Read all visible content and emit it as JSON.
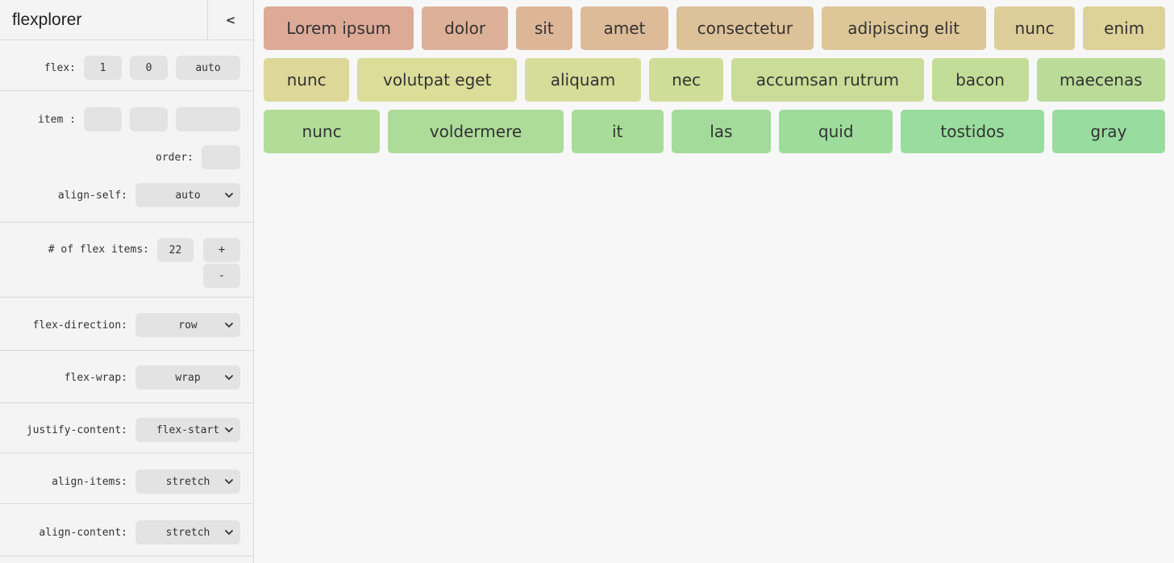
{
  "app": {
    "title": "flexplorer",
    "collapse_label": "<"
  },
  "sidebar": {
    "flex_row": {
      "label": "flex:",
      "grow": "1",
      "shrink": "0",
      "basis": "auto"
    },
    "item_row": {
      "label": "item :",
      "grow": "",
      "shrink": "",
      "basis": ""
    },
    "order_row": {
      "label": "order:",
      "value": ""
    },
    "align_self": {
      "label": "align-self:",
      "value": "auto"
    },
    "count_row": {
      "label": "# of flex items:",
      "value": "22",
      "increment_label": "+",
      "decrement_label": "-"
    },
    "flex_direction": {
      "label": "flex-direction:",
      "value": "row"
    },
    "flex_wrap": {
      "label": "flex-wrap:",
      "value": "wrap"
    },
    "justify_content": {
      "label": "justify-content:",
      "value": "flex-start"
    },
    "align_items": {
      "label": "align-items:",
      "value": "stretch"
    },
    "align_content": {
      "label": "align-content:",
      "value": "stretch"
    }
  },
  "colors": {
    "sidebar_bg": "#f4f4f4",
    "main_bg": "#f7f7f7",
    "divider": "#d9d9d9",
    "control_bg": "#e3e3e3",
    "item_text": "#333333"
  },
  "canvas": {
    "rows": [
      {
        "items": [
          {
            "label": "Lorem ipsum",
            "color": "#DDAA98",
            "basis": 187
          },
          {
            "label": "dolor",
            "color": "#DDB098",
            "basis": 107
          },
          {
            "label": "sit",
            "color": "#DDB698",
            "basis": 70
          },
          {
            "label": "amet",
            "color": "#DDBB98",
            "basis": 110
          },
          {
            "label": "consectetur",
            "color": "#DDC198",
            "basis": 170
          },
          {
            "label": "adipiscing elit",
            "color": "#DDC798",
            "basis": 205
          },
          {
            "label": "nunc",
            "color": "#DDCD98",
            "basis": 101
          },
          {
            "label": "enim",
            "color": "#DDD298",
            "basis": 102
          }
        ]
      },
      {
        "items": [
          {
            "label": "nunc",
            "color": "#DDD898",
            "basis": 108
          },
          {
            "label": "volutpat eget",
            "color": "#DBDD98",
            "basis": 201
          },
          {
            "label": "aliquam",
            "color": "#D6DD98",
            "basis": 146
          },
          {
            "label": "nec",
            "color": "#D0DD98",
            "basis": 94
          },
          {
            "label": "accumsan rutrum",
            "color": "#CADD98",
            "basis": 242
          },
          {
            "label": "bacon",
            "color": "#C2DD98",
            "basis": 122
          },
          {
            "label": "maecenas",
            "color": "#BBDC98",
            "basis": 162
          }
        ]
      },
      {
        "items": [
          {
            "label": "nunc",
            "color": "#B3DC99",
            "basis": 147
          },
          {
            "label": "voldermere",
            "color": "#ADDC99",
            "basis": 222
          },
          {
            "label": "it",
            "color": "#A8DC99",
            "basis": 116
          },
          {
            "label": "las",
            "color": "#A3DC9A",
            "basis": 126
          },
          {
            "label": "quid",
            "color": "#9EDC9B",
            "basis": 144
          },
          {
            "label": "tostidos",
            "color": "#9ADC9D",
            "basis": 181
          },
          {
            "label": "gray",
            "color": "#99DC9F",
            "basis": 143
          }
        ]
      }
    ]
  }
}
